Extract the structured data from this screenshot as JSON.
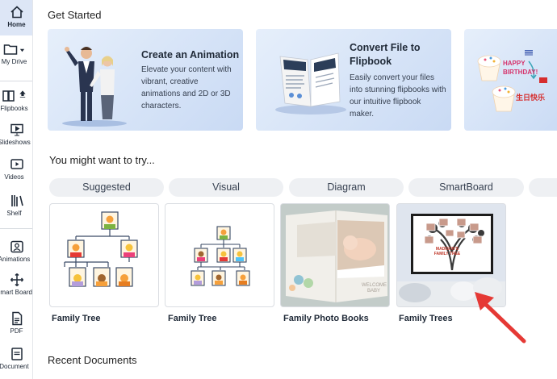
{
  "sidebar": {
    "items": [
      {
        "label": "Home",
        "icon": "home-icon",
        "active": true
      },
      {
        "label": "My Drive",
        "icon": "folder-icon"
      },
      {
        "label": "Flipbooks",
        "icon": "book-icon"
      },
      {
        "label": "Slideshows",
        "icon": "slideshow-icon"
      },
      {
        "label": "Videos",
        "icon": "video-icon"
      },
      {
        "label": "Shelf",
        "icon": "shelf-icon"
      },
      {
        "label": "Animations",
        "icon": "animation-icon"
      },
      {
        "label": "Smart Board",
        "icon": "move-icon"
      },
      {
        "label": "PDF",
        "icon": "pdf-icon"
      },
      {
        "label": "Document",
        "icon": "document-icon"
      }
    ]
  },
  "get_started": {
    "title": "Get Started",
    "cards": [
      {
        "title": "Create an Animation",
        "description": "Elevate your content with vibrant, creative animations and 2D or 3D characters."
      },
      {
        "title": "Convert File to Flipbook",
        "description": "Easily convert your files into stunning flipbooks with our intuitive flipbook maker."
      },
      {
        "title": "",
        "description": ""
      }
    ],
    "birthday_en": "HAPPY BIRTHDAY!",
    "birthday_zh": "生日快乐"
  },
  "try_section": {
    "title": "You might want to try...",
    "filters": [
      "Suggested",
      "Visual",
      "Diagram",
      "SmartBoard"
    ],
    "templates": [
      {
        "name": "Family Tree"
      },
      {
        "name": "Family Tree"
      },
      {
        "name": "Family Photo Books",
        "book_text": "WELCOME BABY"
      },
      {
        "name": "Family Trees",
        "poster_text": "MADISON'S FAMILY TREE"
      }
    ]
  },
  "recent": {
    "title": "Recent Documents"
  },
  "colors": {
    "accent": "#3b6fd8",
    "annotation_arrow": "#e53935",
    "card_bg": "#d6e3f7"
  }
}
